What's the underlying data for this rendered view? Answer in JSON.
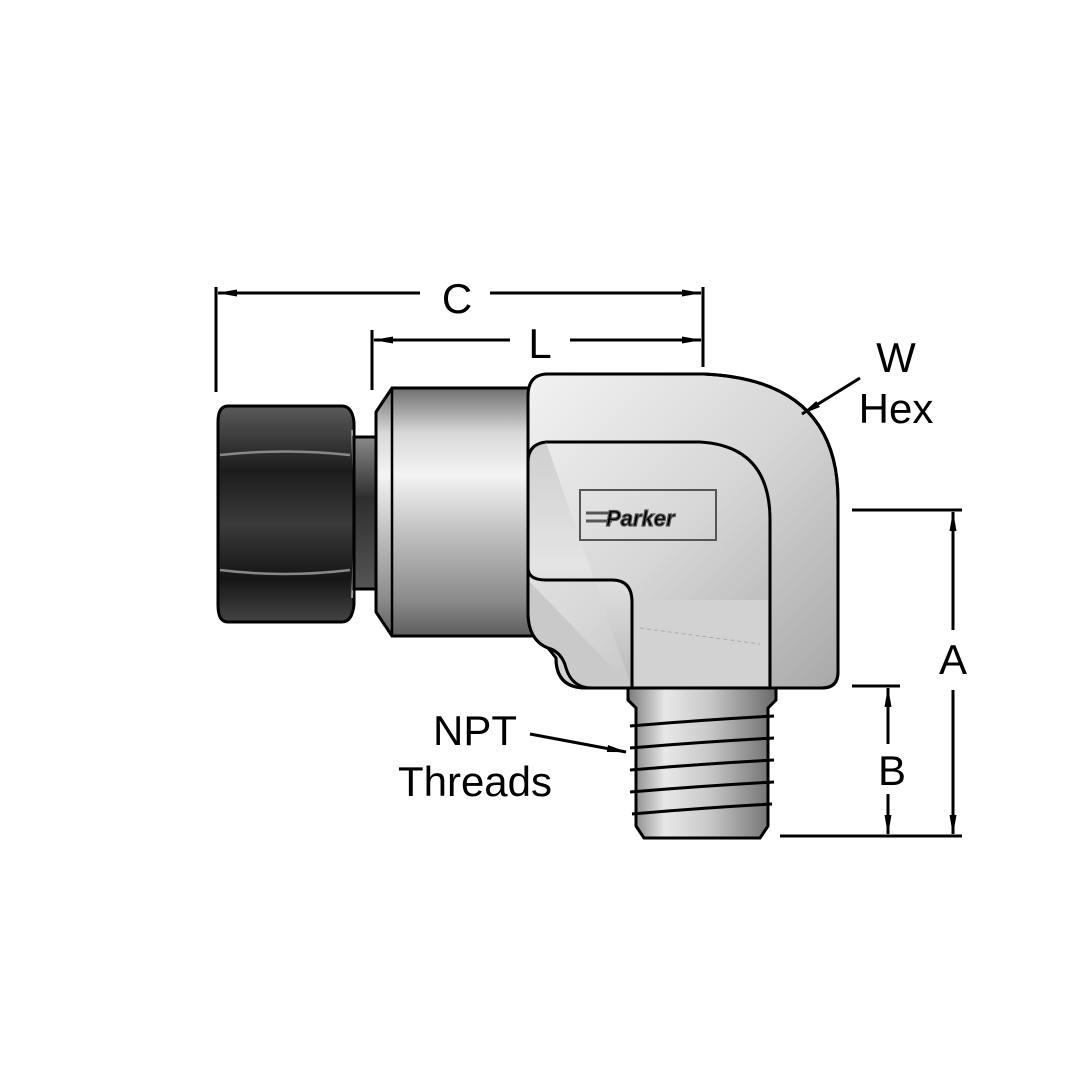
{
  "dimensions": {
    "c_label": "C",
    "l_label": "L",
    "a_label": "A",
    "b_label": "B"
  },
  "callouts": {
    "hex_line1": "W",
    "hex_line2": "Hex",
    "npt_line1": "NPT",
    "npt_line2": "Threads"
  },
  "logo": {
    "text": "Parker"
  },
  "colors": {
    "line": "#000000",
    "metal_light": "#e6e6e6",
    "metal_mid": "#b4b4b4",
    "metal_dark": "#2a2a2a",
    "background": "#ffffff"
  }
}
